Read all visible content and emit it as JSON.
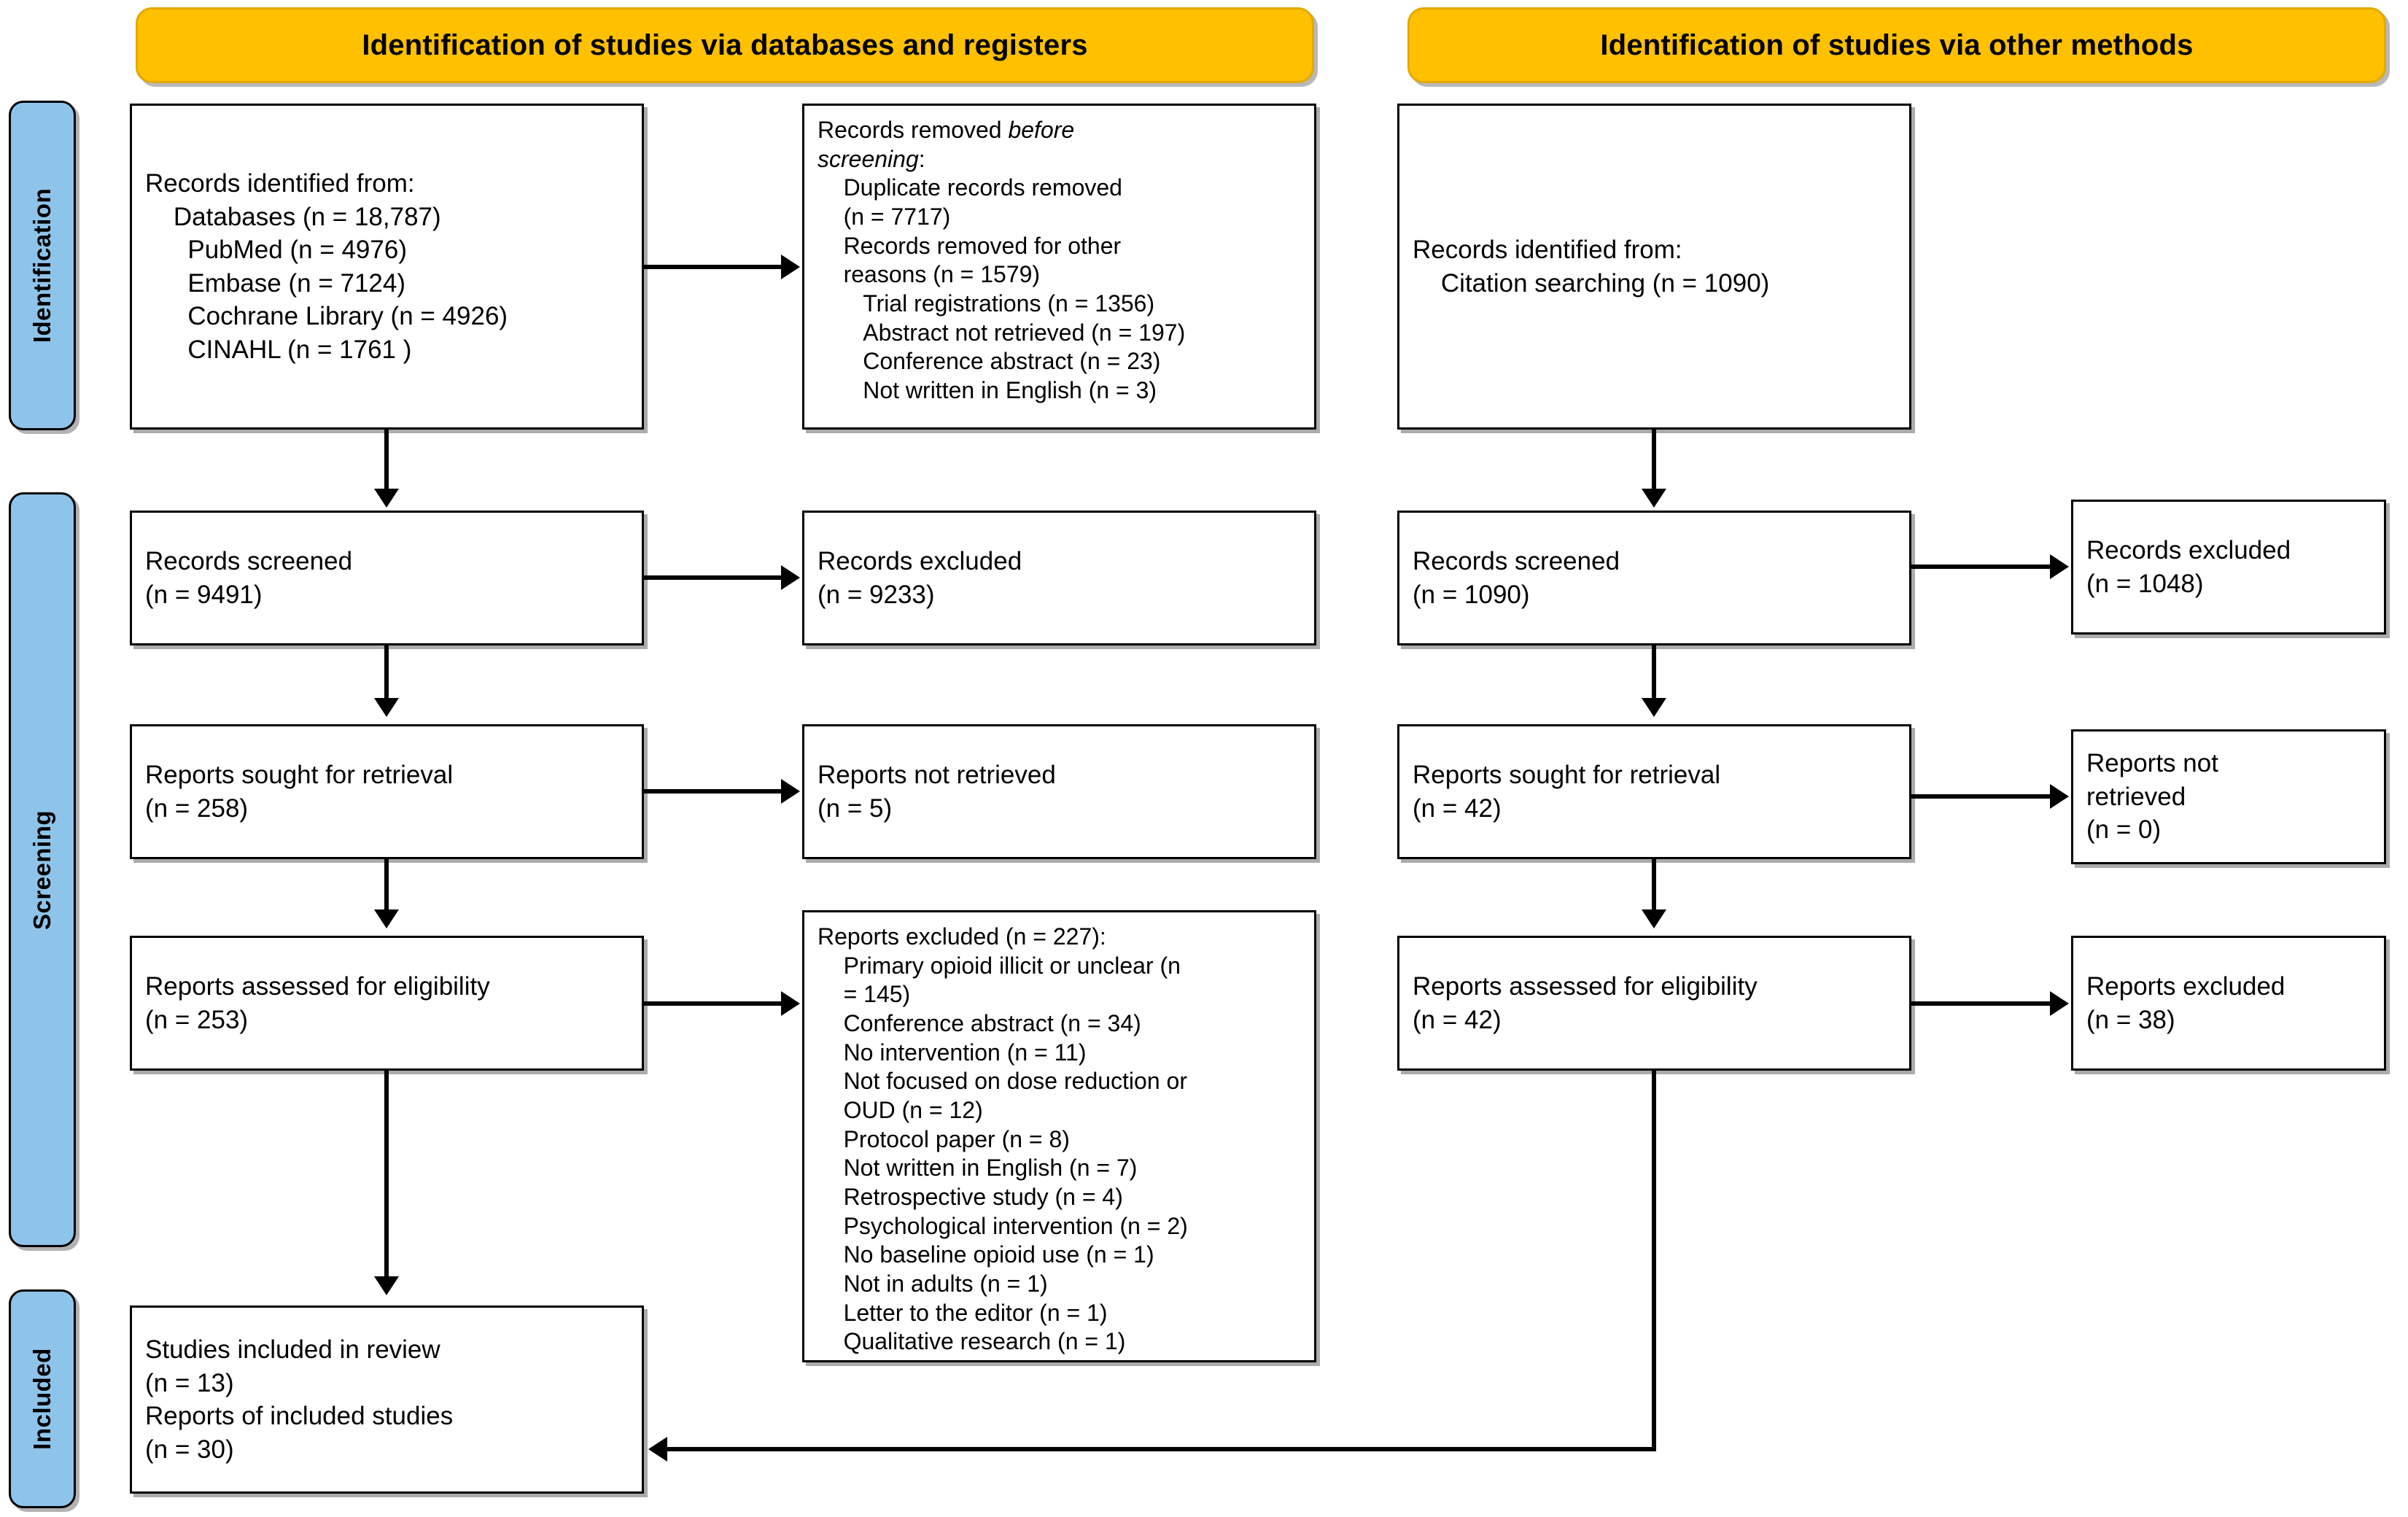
{
  "diagram": {
    "type": "prisma-flow-diagram",
    "banners": [
      {
        "id": "databases-registers",
        "label": "Identification of studies via databases and registers"
      },
      {
        "id": "other-methods",
        "label": "Identification of studies via other methods"
      }
    ],
    "phases": [
      {
        "id": "identification",
        "label": "Identification"
      },
      {
        "id": "screening",
        "label": "Screening"
      },
      {
        "id": "included",
        "label": "Included"
      }
    ],
    "colors": {
      "banner_fill": "#FFC000",
      "banner_border": "#E2A900",
      "phase_fill": "#8FC4EA",
      "box_border": "#000000",
      "box_fill": "#FFFFFF",
      "connector": "#000000"
    },
    "left_column": {
      "records_identified": "Records identified from:\n    Databases (n = 18,787)\n      PubMed (n = 4976)\n      Embase (n = 7124)\n      Cochrane Library (n = 4926)\n      CINAHL (n = 1761 )",
      "records_screened": "Records screened\n(n = 9491)",
      "reports_sought": "Reports sought for retrieval\n(n = 258)",
      "reports_assessed": "Reports assessed for eligibility\n(n = 253)",
      "studies_included": "Studies included in review\n(n = 13)\nReports of included studies\n(n = 30)"
    },
    "middle_column": {
      "records_removed_before_screening_head": "Records removed ",
      "records_removed_before_screening_italic1": "before",
      "records_removed_before_screening_italic2": "screening",
      "records_removed_before_screening_body": ":\n    Duplicate records removed\n    (n = 7717)\n    Records removed for other\n    reasons (n = 1579)\n       Trial registrations (n = 1356)\n       Abstract not retrieved (n = 197)\n       Conference abstract (n = 23)\n       Not written in English (n = 3)",
      "records_excluded": "Records excluded\n(n = 9233)",
      "reports_not_retrieved": "Reports not retrieved\n(n = 5)",
      "reports_excluded": "Reports excluded (n = 227):\n    Primary opioid illicit or unclear (n\n    = 145)\n    Conference abstract (n = 34)\n    No intervention (n = 11)\n    Not focused on dose reduction or\n    OUD (n = 12)\n    Protocol paper (n = 8)\n    Not written in English (n = 7)\n    Retrospective study (n = 4)\n    Psychological intervention (n = 2)\n    No baseline opioid use (n = 1)\n    Not in adults (n = 1)\n    Letter to the editor (n = 1)\n    Qualitative research (n = 1)"
    },
    "right_column": {
      "records_identified": "Records identified from:\n    Citation searching (n = 1090)",
      "records_screened": "Records screened\n(n = 1090)",
      "reports_sought": "Reports sought for retrieval\n(n = 42)",
      "reports_assessed": "Reports assessed for eligibility\n(n = 42)"
    },
    "far_right_column": {
      "records_excluded": "Records excluded\n(n = 1048)",
      "reports_not_retrieved": "Reports not\nretrieved\n(n = 0)",
      "reports_excluded": "Reports excluded\n(n = 38)"
    }
  }
}
